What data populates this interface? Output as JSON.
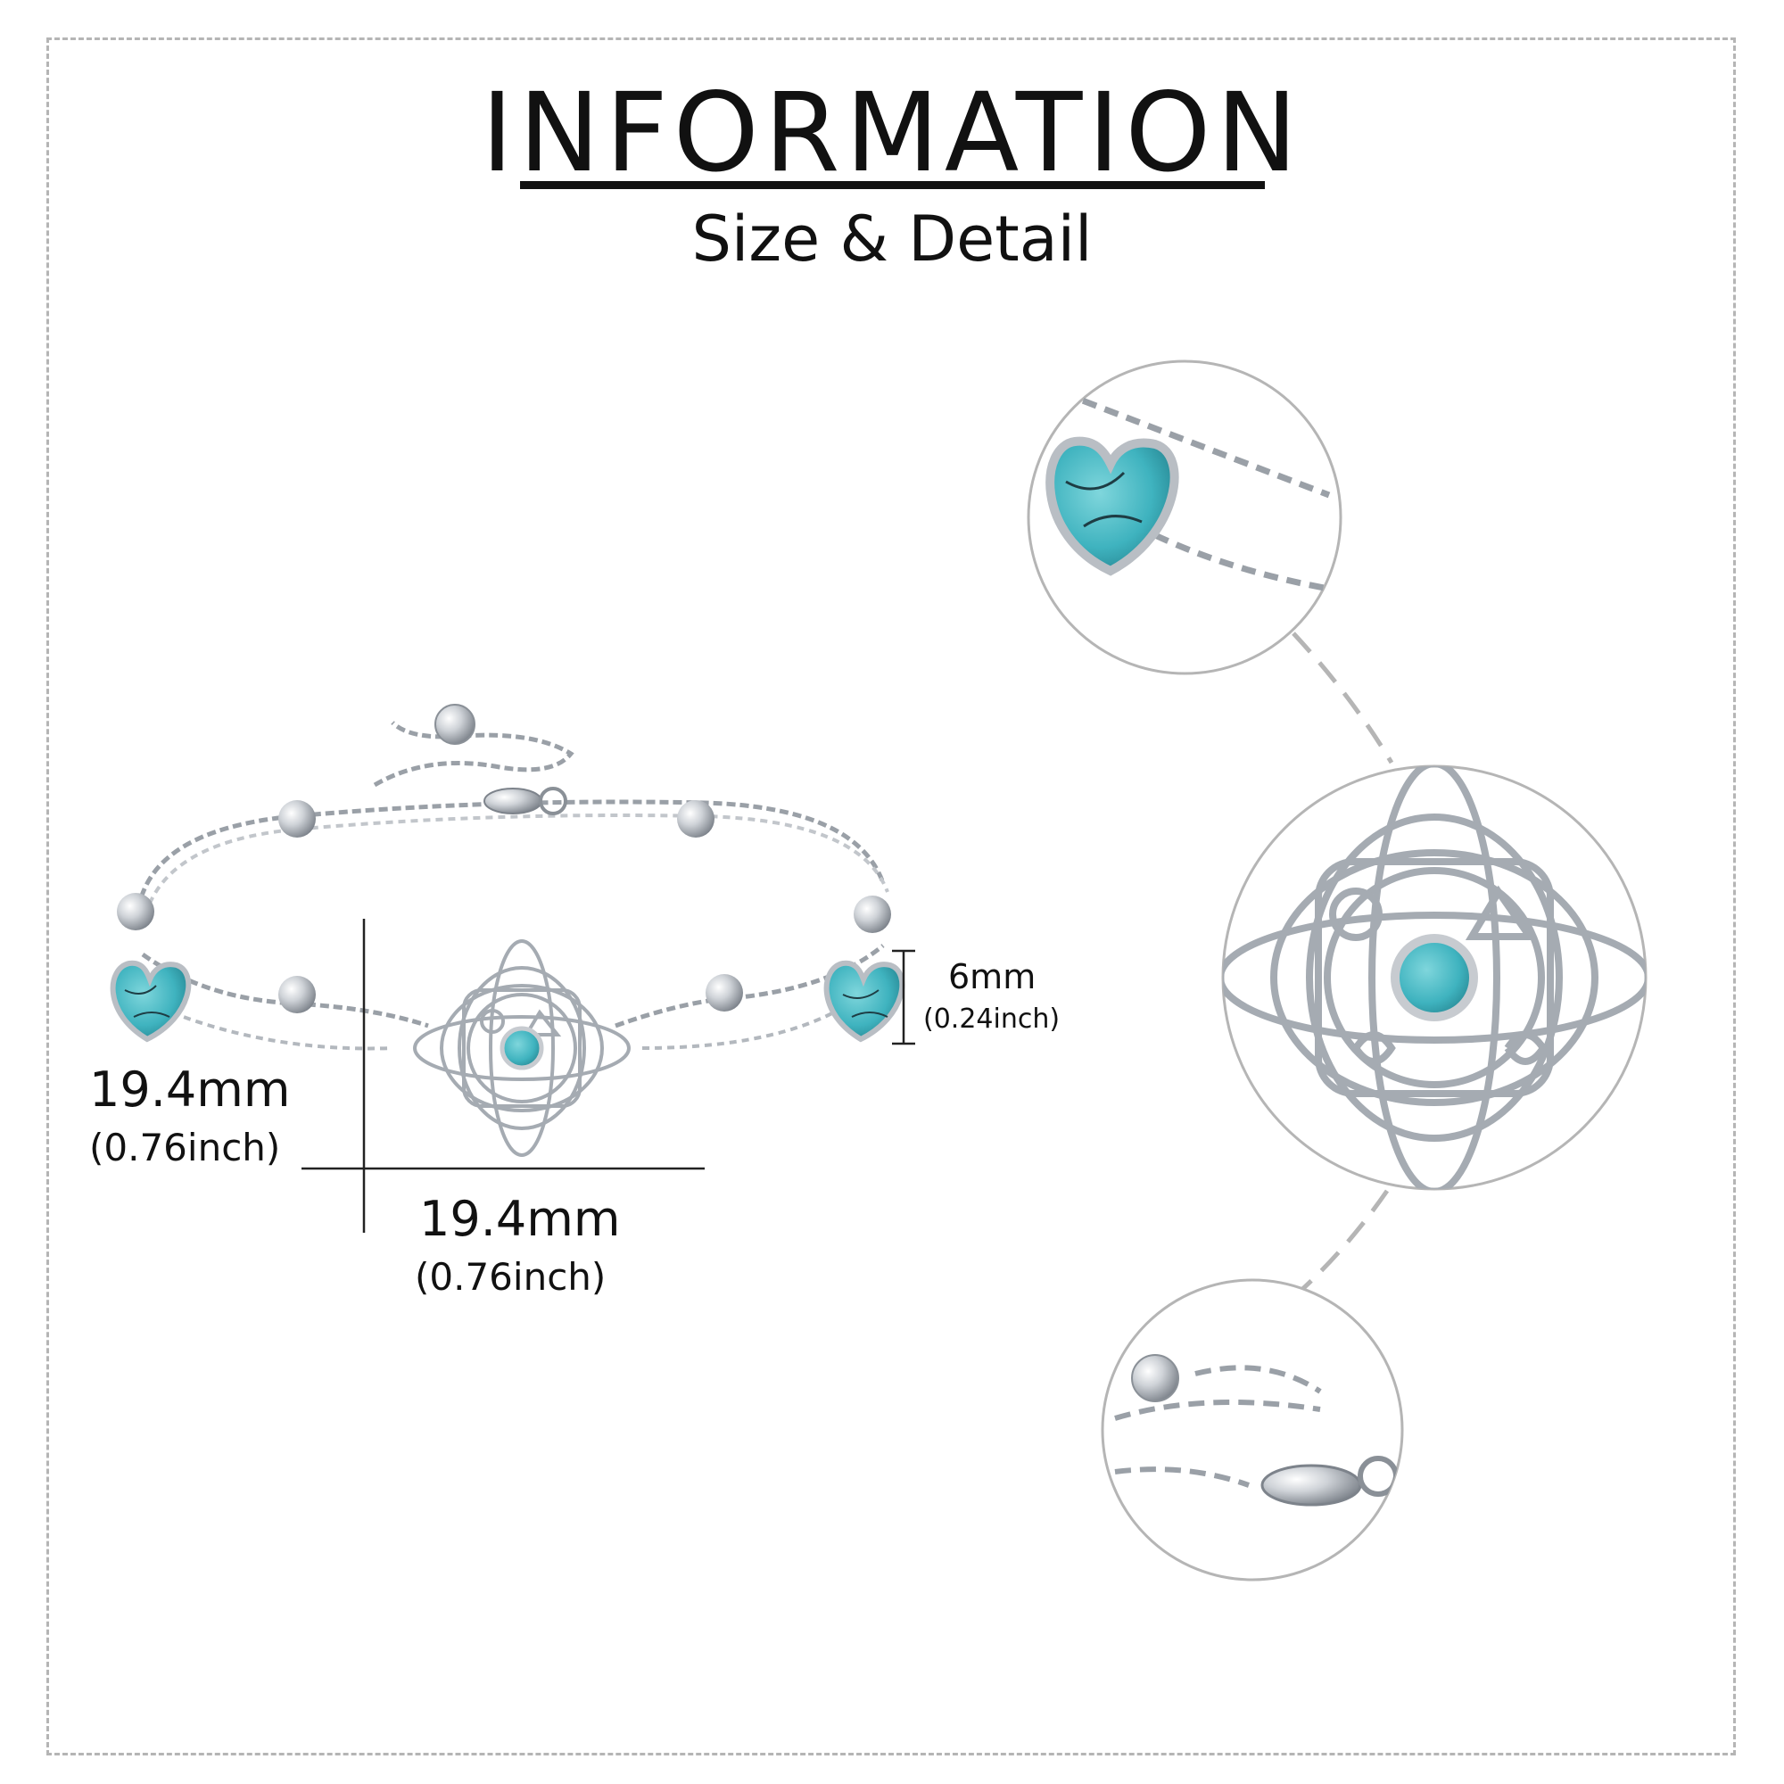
{
  "header": {
    "title": "INFORMATION",
    "subtitle": "Size & Detail"
  },
  "dimensions": {
    "height_mm": "19.4mm",
    "height_inch": "(0.76inch)",
    "width_mm": "19.4mm",
    "width_inch": "(0.76inch)",
    "bead_mm": "6mm",
    "bead_inch": "(0.24inch)"
  },
  "colors": {
    "turquoise": "#3fb3bf",
    "silver": "#c9cdd2",
    "frame": "#b5b5b5",
    "text": "#111111"
  },
  "detail_views": [
    "heart-charm-detail",
    "celtic-knot-pendant-detail",
    "lobster-clasp-detail"
  ]
}
